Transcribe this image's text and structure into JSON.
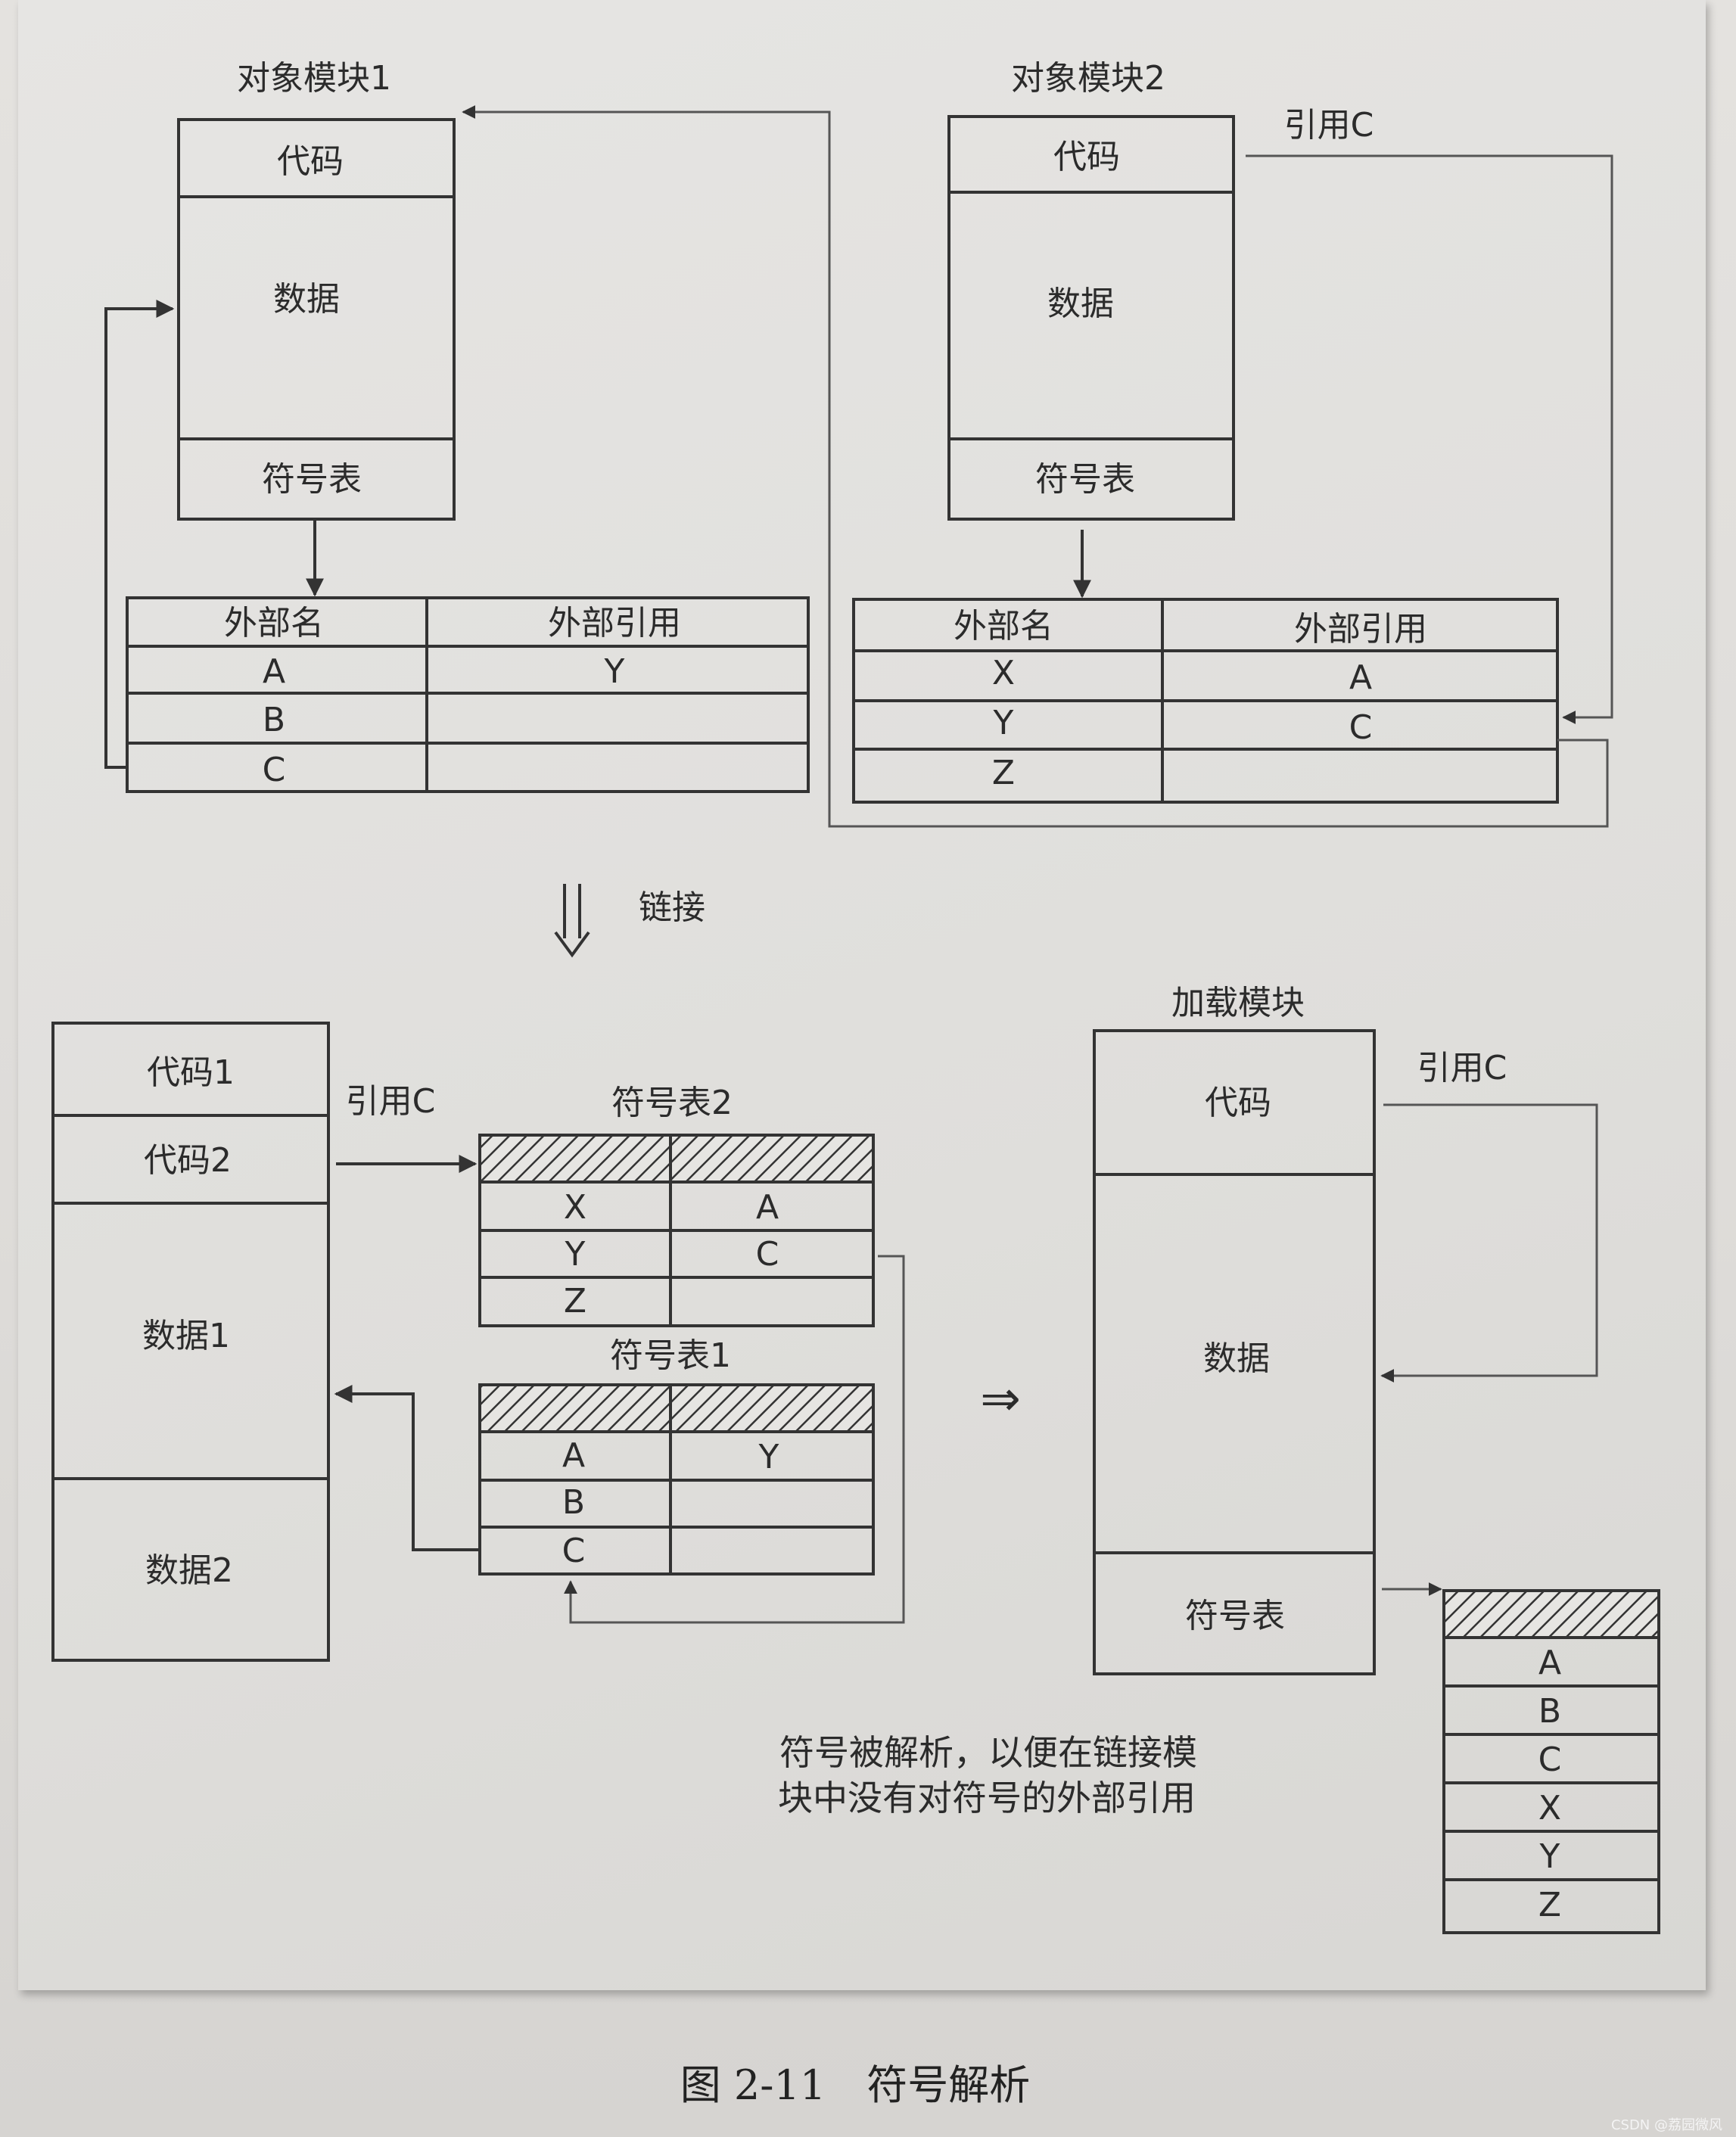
{
  "module1": {
    "title": "对象模块1",
    "sections": [
      "代码",
      "数据",
      "符号表"
    ],
    "table_headers": [
      "外部名",
      "外部引用"
    ],
    "rows": [
      [
        "A",
        "Y"
      ],
      [
        "B",
        ""
      ],
      [
        "C",
        ""
      ]
    ]
  },
  "module2": {
    "title": "对象模块2",
    "ref_label": "引用C",
    "sections": [
      "代码",
      "数据",
      "符号表"
    ],
    "table_headers": [
      "外部名",
      "外部引用"
    ],
    "rows": [
      [
        "X",
        "A"
      ],
      [
        "Y",
        "C"
      ],
      [
        "Z",
        ""
      ]
    ]
  },
  "link_label": "链接",
  "linked": {
    "sections": [
      "代码1",
      "代码2",
      "数据1",
      "数据2"
    ],
    "ref_label": "引用C",
    "symtab2_title": "符号表2",
    "symtab2_rows": [
      [
        "X",
        "A"
      ],
      [
        "Y",
        "C"
      ],
      [
        "Z",
        ""
      ]
    ],
    "symtab1_title": "符号表1",
    "symtab1_rows": [
      [
        "A",
        "Y"
      ],
      [
        "B",
        ""
      ],
      [
        "C",
        ""
      ]
    ]
  },
  "implies_symbol": "⇒",
  "load_module": {
    "title": "加载模块",
    "ref_label": "引用C",
    "sections": [
      "代码",
      "数据",
      "符号表"
    ],
    "symbols": [
      "A",
      "B",
      "C",
      "X",
      "Y",
      "Z"
    ]
  },
  "note_lines": [
    "符号被解析，以便在链接模",
    "块中没有对符号的外部引用"
  ],
  "caption": "图 2-11　符号解析",
  "watermark": "CSDN @荔园微风"
}
